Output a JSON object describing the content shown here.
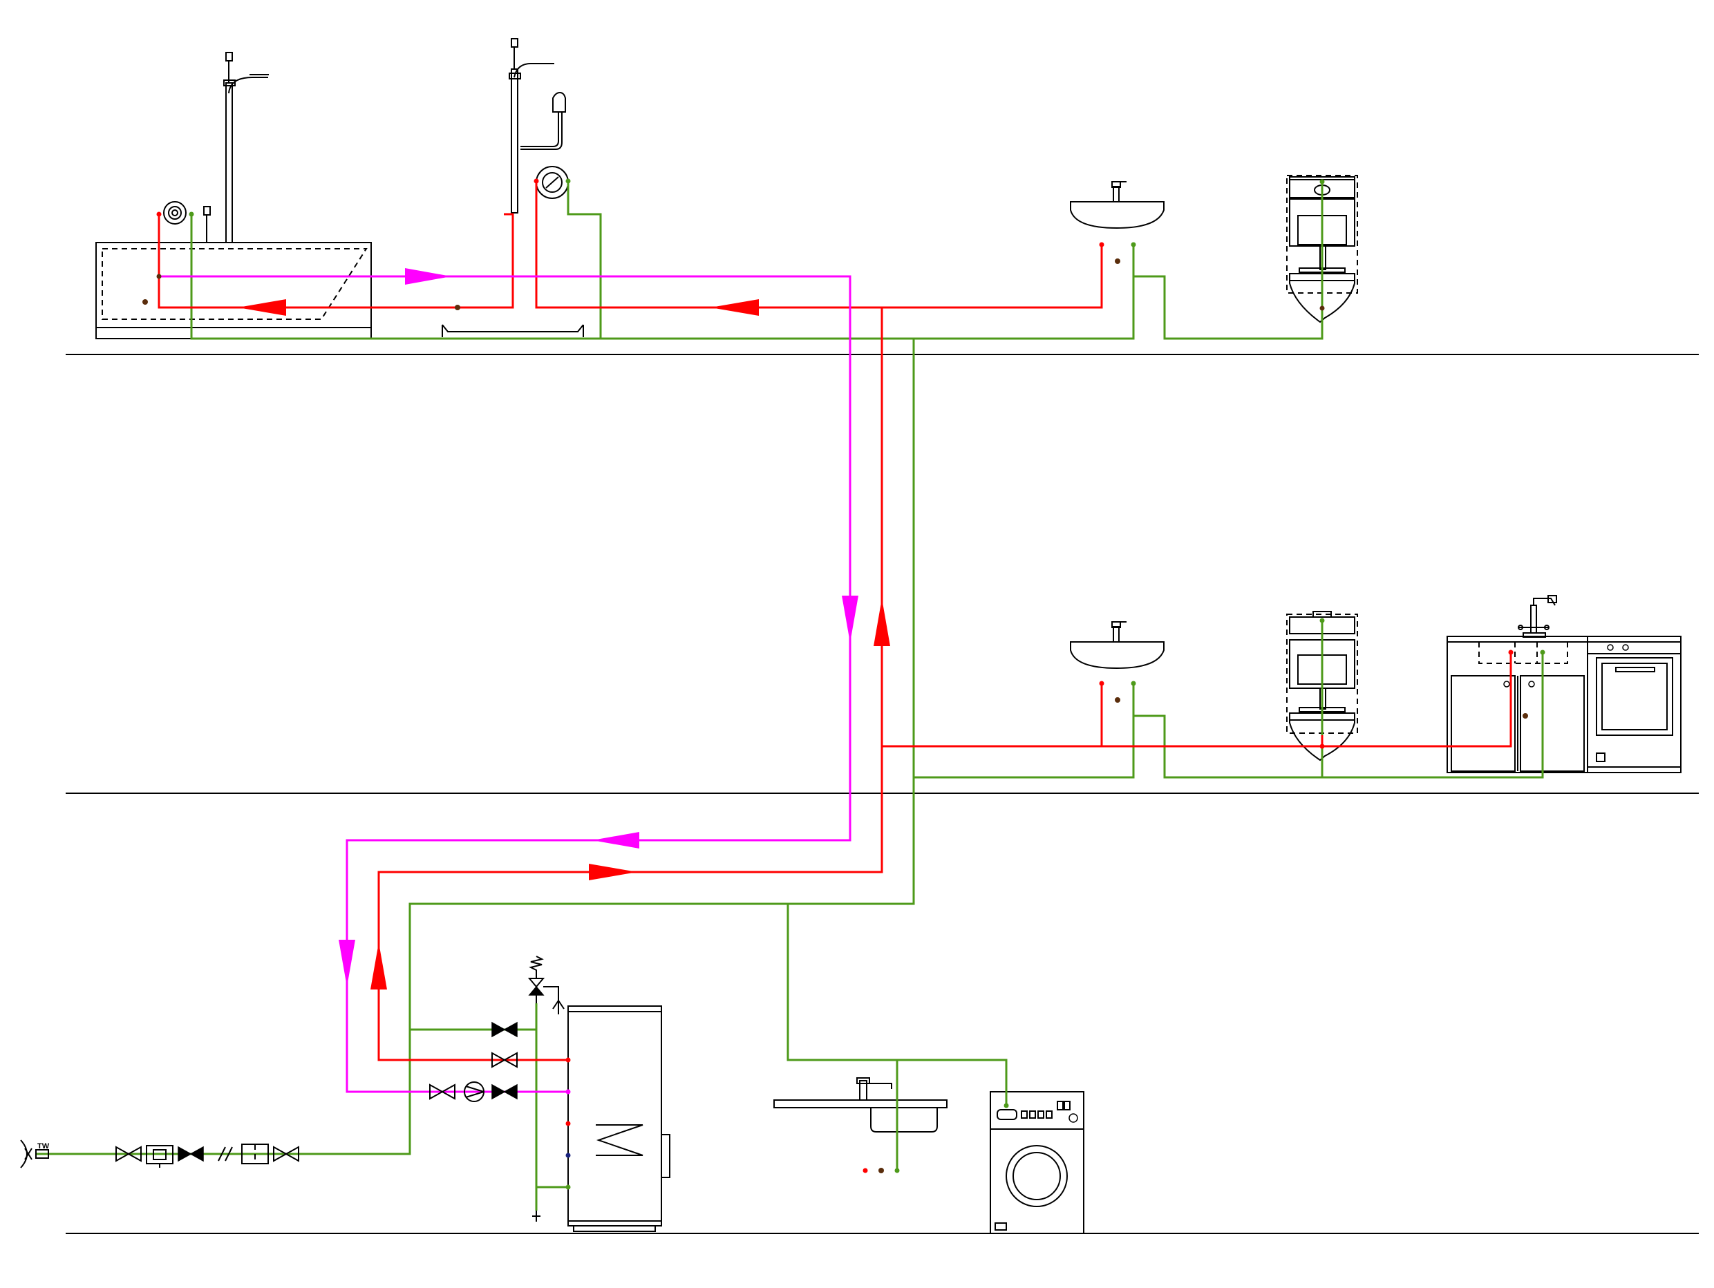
{
  "diagram": {
    "colors": {
      "cold_water": "#4e9a1a",
      "hot_water": "#ff0000",
      "circulation": "#ff00ff",
      "fixtures": "#000000",
      "fitting_dot": "#5a2d0c",
      "tank_marker": "#1a237e"
    },
    "floors": [
      "floor-line-1",
      "floor-line-2",
      "floor-line-3"
    ],
    "fixture_icons": [
      "bathtub-icon",
      "shower-icon",
      "washbasin-icon",
      "wall-toilet-icon",
      "kitchen-sink-icon",
      "dishwasher-icon",
      "utility-sink-icon",
      "washing-machine-icon",
      "hot-water-tank-icon",
      "water-meter-icon",
      "circulation-pump-icon",
      "safety-valve-icon"
    ],
    "labels": {
      "tw_tag": "TW"
    }
  }
}
